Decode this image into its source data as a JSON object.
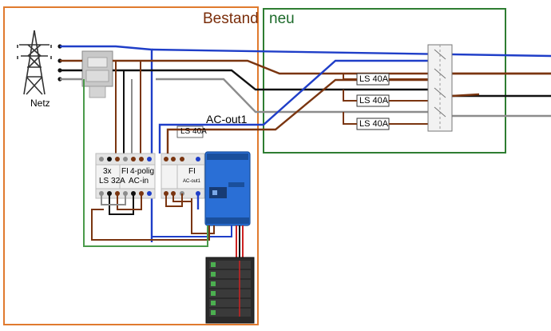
{
  "labels": {
    "bestand": "Bestand",
    "neu": "neu",
    "netz": "Netz",
    "ac_out1": "AC-out1",
    "ls40_small": "LS 40A",
    "ls40_1": "LS 40A",
    "ls40_2": "LS 40A",
    "ls40_3": "LS 40A",
    "breaker_3x": "3x",
    "breaker_ls32": "LS 32A",
    "fi_1": "FI",
    "four_pole": "4-polig",
    "ac_in": "AC-in",
    "fi_2": "FI",
    "ac_out1_small": "AC-out1"
  },
  "colors": {
    "bestand_border": "#e07a2e",
    "neu_border": "#2e7d32",
    "phase_brown": "#7a3510",
    "phase_black": "#111111",
    "phase_grey": "#8c8c8c",
    "neutral_blue": "#1f3ec8",
    "inverter_blue": "#2a6fd6",
    "pe_green": "#4a9a4a",
    "battery_dark": "#2a2a2a",
    "battery_green": "#4caf50"
  }
}
